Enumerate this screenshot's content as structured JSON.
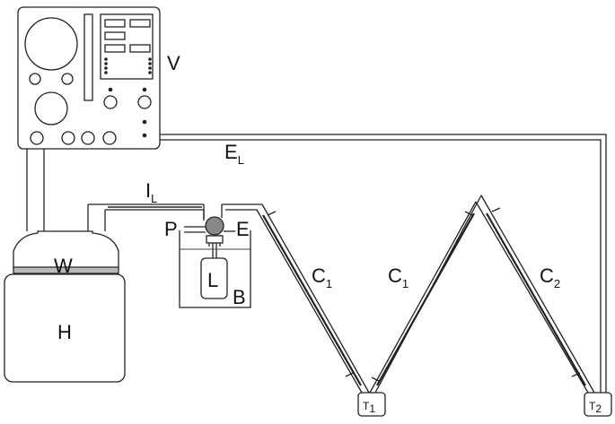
{
  "labels": {
    "V": "V",
    "EL_main": "E",
    "EL_sub": "L",
    "IL_main": "I",
    "IL_sub": "L",
    "P": "P",
    "E": "E",
    "W": "W",
    "L": "L",
    "B": "B",
    "H": "H",
    "C1a_main": "C",
    "C1a_sub": "1",
    "C1b_main": "C",
    "C1b_sub": "1",
    "C2_main": "C",
    "C2_sub": "2",
    "T1_main": "T",
    "T1_sub": "1",
    "T2_main": "T",
    "T2_sub": "2"
  },
  "colors": {
    "line": "#222222",
    "waterband": "#b8b8b8",
    "valve_fill": "#888888"
  }
}
